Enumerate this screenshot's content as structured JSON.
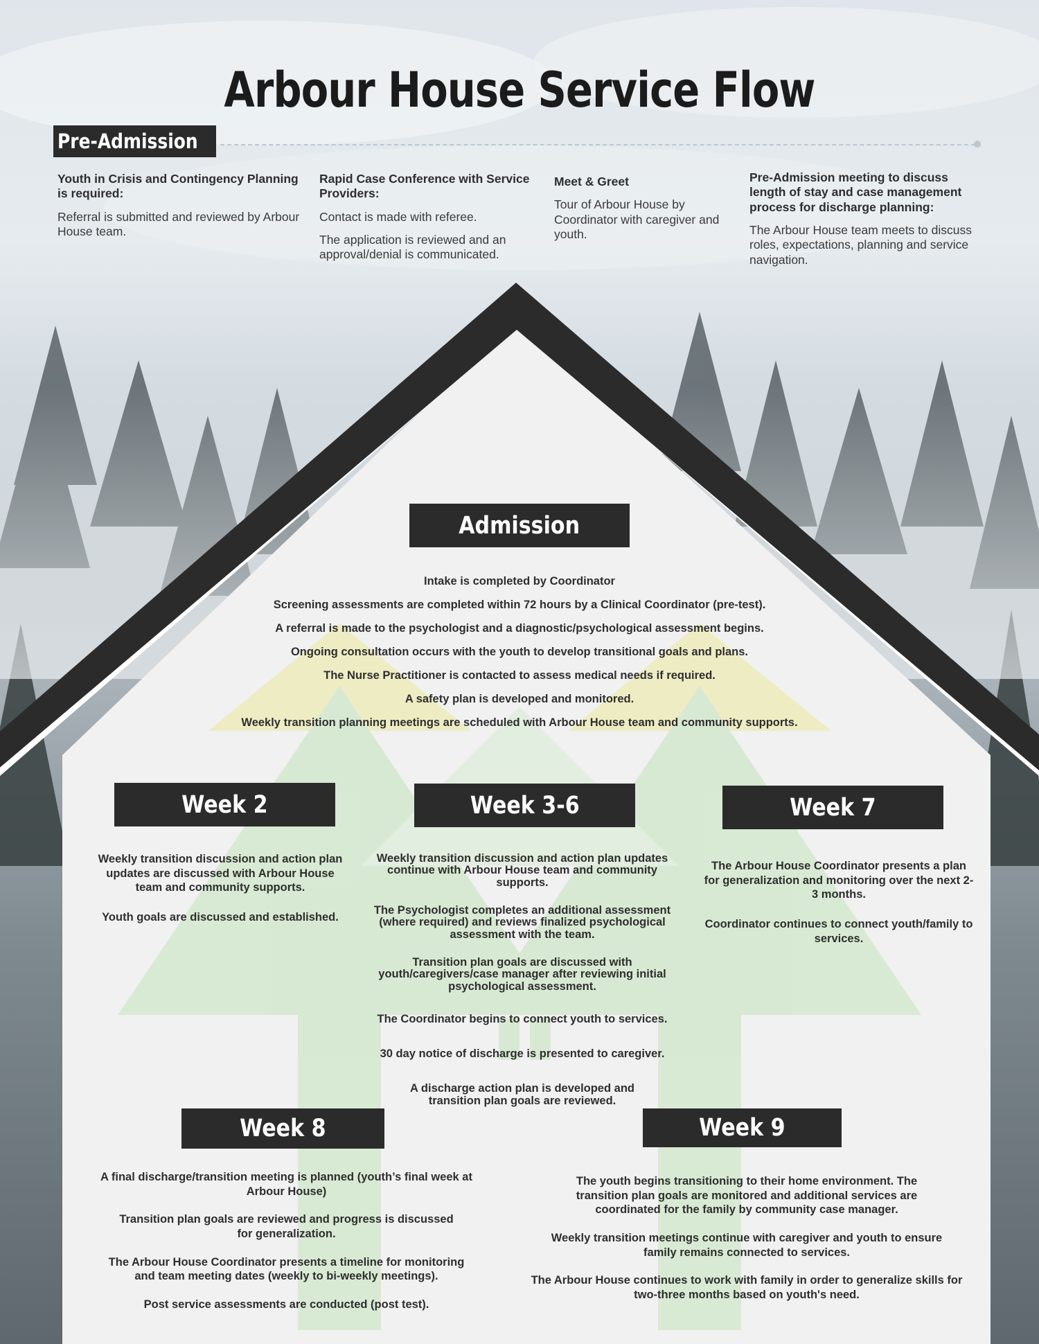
{
  "title": "Arbour House Service Flow",
  "colors": {
    "label_bg": "#2b2b2b",
    "label_text": "#ffffff",
    "roof": "#2b2b2b",
    "house_fill": "#f1f1f1",
    "watermark_yellow": "#e9e59a",
    "watermark_green": "#bfe0b6"
  },
  "pre_admission": {
    "label": "Pre-Admission",
    "columns": [
      {
        "heading": "Youth in Crisis and Contingency Planning is required:",
        "items": [
          "Referral is submitted and reviewed by Arbour House team."
        ]
      },
      {
        "heading": "Rapid Case Conference with Service Providers:",
        "items": [
          "Contact is made with referee.",
          "The application is reviewed and an approval/denial is communicated."
        ]
      },
      {
        "heading": "Meet & Greet",
        "items": [
          "Tour of Arbour House by Coordinator with caregiver and youth."
        ]
      },
      {
        "heading": "Pre-Admission meeting to discuss length of stay and case management process for discharge planning:",
        "items": [
          "The Arbour House team meets to discuss roles, expectations, planning and service navigation."
        ]
      }
    ]
  },
  "admission": {
    "label": "Admission",
    "items": [
      "Intake is completed by Coordinator",
      "Screening assessments are completed within 72 hours by a Clinical Coordinator (pre-test).",
      "A referral is made to the psychologist and a diagnostic/psychological assessment begins.",
      "Ongoing consultation occurs with the youth to develop transitional goals and plans.",
      "The Nurse Practitioner is contacted to assess medical needs if required.",
      "A safety plan is developed and monitored.",
      "Weekly transition planning meetings are scheduled with Arbour House team and community supports."
    ]
  },
  "week2": {
    "label": "Week 2",
    "items": [
      "Weekly transition discussion and action plan updates are discussed with Arbour House team and community supports.",
      "Youth goals are discussed and established."
    ]
  },
  "week36": {
    "label": "Week 3-6",
    "items": [
      "Weekly transition discussion and action plan updates continue with Arbour House team and community supports.",
      "The Psychologist completes an additional assessment (where required) and reviews finalized psychological assessment with the team.",
      "Transition plan goals are discussed with youth/caregivers/case manager after reviewing initial psychological assessment.",
      "The Coordinator begins to connect youth to services.",
      "30 day notice of discharge is presented to caregiver.",
      "A discharge action plan is developed and transition plan goals are reviewed."
    ]
  },
  "week7": {
    "label": "Week 7",
    "items": [
      "The Arbour House Coordinator presents a plan for generalization and monitoring over the next 2-3 months.",
      "Coordinator continues to connect youth/family to services."
    ]
  },
  "week8": {
    "label": "Week 8",
    "items": [
      "A final discharge/transition meeting is planned (youth’s final week at Arbour House)",
      "Transition plan goals are reviewed and progress is discussed for generalization.",
      "The Arbour House Coordinator presents a timeline for monitoring and team meeting dates (weekly to bi-weekly meetings).",
      "Post service assessments are conducted (post test)."
    ]
  },
  "week9": {
    "label": "Week 9",
    "items": [
      "The youth begins transitioning to their home environment. The transition plan goals are monitored and additional services are coordinated for the family by community case manager.",
      "Weekly transition meetings continue with caregiver and youth to ensure family remains connected to services.",
      "The Arbour House continues to work with family in order to generalize skills for two-three months based on youth's need."
    ]
  }
}
